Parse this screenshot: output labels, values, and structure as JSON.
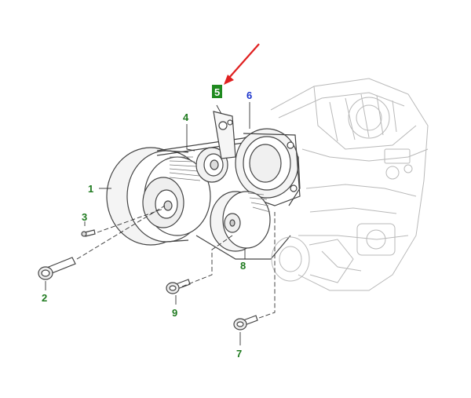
{
  "diagram": {
    "callouts": [
      {
        "id": "1",
        "text": "1",
        "color": "#1f7a1f"
      },
      {
        "id": "2",
        "text": "2",
        "color": "#1f7a1f"
      },
      {
        "id": "3",
        "text": "3",
        "color": "#1f7a1f"
      },
      {
        "id": "4",
        "text": "4",
        "color": "#1f7a1f"
      },
      {
        "id": "5",
        "text": "5",
        "color": "#ffffff",
        "highlight": "#1f8a1f"
      },
      {
        "id": "6",
        "text": "6",
        "color": "#1a33cc"
      },
      {
        "id": "7",
        "text": "7",
        "color": "#1f7a1f"
      },
      {
        "id": "8",
        "text": "8",
        "color": "#1f7a1f"
      },
      {
        "id": "9",
        "text": "9",
        "color": "#1f7a1f"
      }
    ],
    "arrow_color": "#e02020",
    "line_color": "#333333"
  }
}
